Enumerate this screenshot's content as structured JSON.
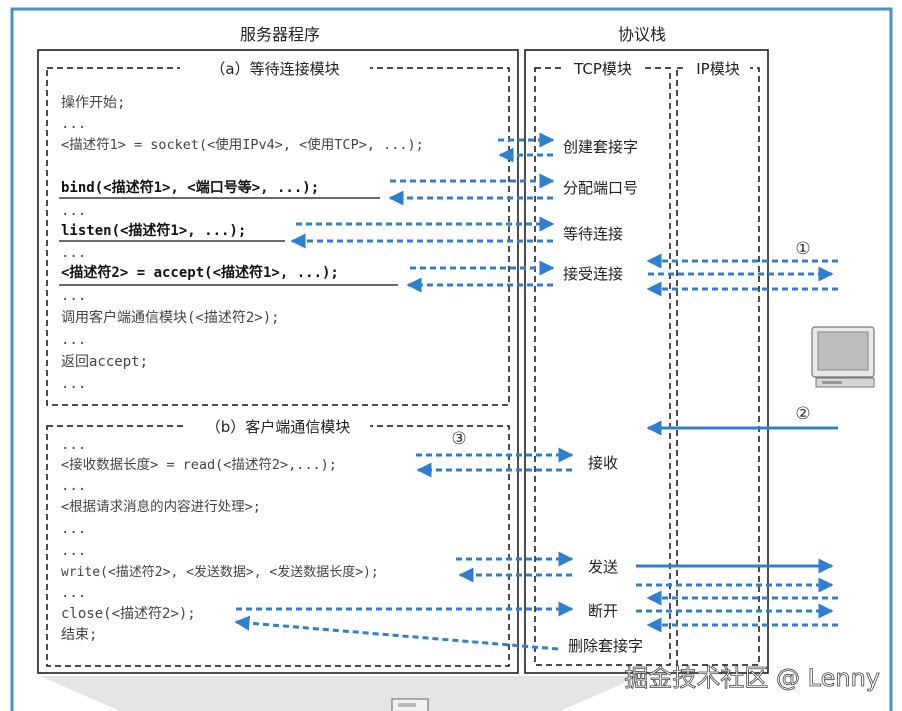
{
  "headers": {
    "server": "服务器程序",
    "stack": "协议栈"
  },
  "modules": {
    "a": "（a）等待连接模块",
    "b": "（b）客户端通信模块",
    "tcp": "TCP模块",
    "ip": "IP模块"
  },
  "code_a": [
    "操作开始;",
    "...",
    "<描述符1> = socket(<使用IPv4>, <使用TCP>, ...);",
    "bind(<描述符1>, <端口号等>, ...);",
    "...",
    "listen(<描述符1>, ...);",
    "...",
    "<描述符2> = accept(<描述符1>, ...);",
    "...",
    "调用客户端通信模块(<描述符2>);",
    "...",
    "返回accept;",
    "..."
  ],
  "code_b": [
    "...",
    "<接收数据长度> = read(<描述符2>,...);",
    "...",
    "<根据请求消息的内容进行处理>;",
    "...",
    "...",
    "write(<描述符2>, <发送数据>, <发送数据长度>);",
    "...",
    "close(<描述符2>);",
    "结束;"
  ],
  "tcp_actions": {
    "create": "创建套接字",
    "assign": "分配端口号",
    "wait": "等待连接",
    "accept": "接受连接",
    "receive": "接收",
    "send": "发送",
    "disconnect": "断开",
    "delete": "删除套接字"
  },
  "markers": {
    "m1": "①",
    "m2": "②",
    "m3": "③"
  },
  "watermark": "掘金技术社区 @ Lenny",
  "colors": {
    "frame": "#4a90c8",
    "arrow": "#2f7fd0",
    "text": "#222222",
    "code_gray": "#444444"
  },
  "icons": {
    "client": "computer-monitor-icon",
    "server": "server-box-icon"
  }
}
